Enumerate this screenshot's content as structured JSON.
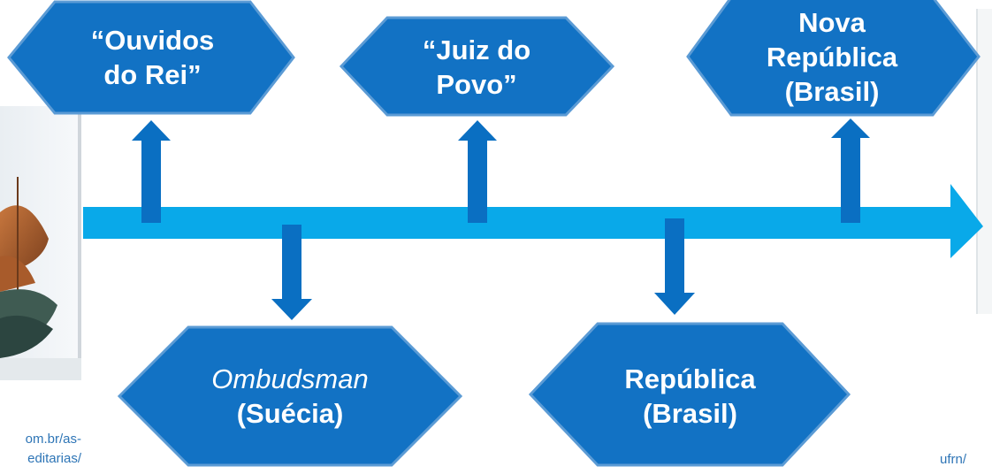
{
  "timeline": {
    "nodes": [
      {
        "id": "ouvidos-do-rei",
        "lines": [
          "“Ouvidos",
          "do Rei”"
        ]
      },
      {
        "id": "juiz-do-povo",
        "lines": [
          "“Juiz do",
          "Povo”"
        ]
      },
      {
        "id": "nova-republica",
        "lines": [
          "Nova",
          "República",
          "(Brasil)"
        ]
      },
      {
        "id": "ombudsman",
        "lines": [
          "Ombudsman",
          "(Suécia)"
        ]
      },
      {
        "id": "republica",
        "lines": [
          "República",
          "(Brasil)"
        ]
      }
    ]
  },
  "captions": {
    "left_line1": "om.br/as-",
    "left_line2": "editarias/",
    "right": "ufrn/"
  },
  "colors": {
    "hexagon": "#1272c4",
    "hexagon_border": "#5b9bd5",
    "timeline_arrow": "#09a9e9",
    "connector_arrow": "#0a6fc2",
    "caption_text": "#2e75b6"
  }
}
